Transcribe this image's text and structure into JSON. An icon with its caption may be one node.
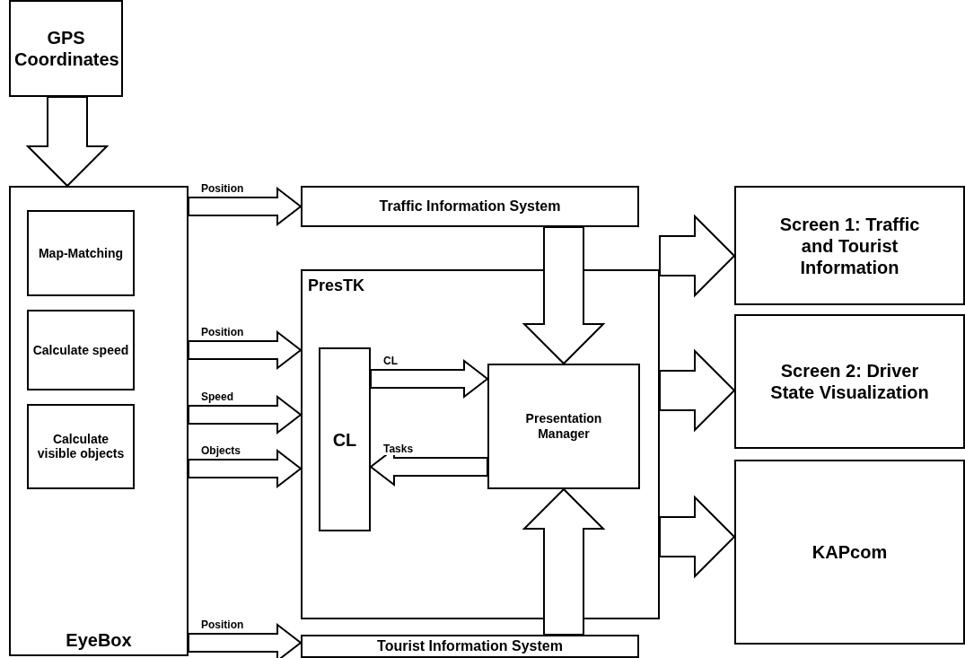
{
  "diagram": {
    "nodes": [
      {
        "text": [
          "GPS Coordinates"
        ]
      },
      {
        "text": [
          "EyeBox"
        ]
      },
      {
        "text": [
          "Map-Matching"
        ],
        "in": 1
      },
      {
        "text": [
          "Calculate speed"
        ],
        "in": 1
      },
      {
        "text": [
          "Calculate visible objects"
        ],
        "in": 1
      },
      {
        "text": [
          "Traffic Information System"
        ]
      },
      {
        "text": [
          "PresTK"
        ]
      },
      {
        "text": [
          "CL"
        ],
        "in": 6
      },
      {
        "text": [
          "Presentation Manager"
        ],
        "in": 6
      },
      {
        "text": [
          "Screen 1: Traffic and Tourist Information"
        ]
      },
      {
        "text": [
          "Screen 2: Driver State Visualization"
        ]
      },
      {
        "text": [
          "KAPcom"
        ]
      },
      {
        "text": [
          "Tourist Information System"
        ]
      }
    ],
    "edges": [
      {
        "from": 0,
        "to": 1,
        "arrow": "to"
      },
      {
        "from": 1,
        "to": 5,
        "arrow": "to",
        "label": "Position"
      },
      {
        "from": 1,
        "to": 6,
        "arrow": "to",
        "label": "Position"
      },
      {
        "from": 1,
        "to": 6,
        "arrow": "to",
        "label": "Speed"
      },
      {
        "from": 1,
        "to": 6,
        "arrow": "to",
        "label": "Objects"
      },
      {
        "from": 7,
        "to": 8,
        "arrow": "to",
        "label": "CL"
      },
      {
        "from": 8,
        "to": 7,
        "arrow": "to",
        "label": "Tasks"
      },
      {
        "from": 5,
        "to": 8,
        "arrow": "to"
      },
      {
        "from": 12,
        "to": 8,
        "arrow": "to"
      },
      {
        "from": 6,
        "to": 9,
        "arrow": "to"
      },
      {
        "from": 6,
        "to": 10,
        "arrow": "to"
      },
      {
        "from": 6,
        "to": 11,
        "arrow": "to"
      },
      {
        "from": 1,
        "to": 12,
        "arrow": "to",
        "label": "Position"
      }
    ]
  }
}
